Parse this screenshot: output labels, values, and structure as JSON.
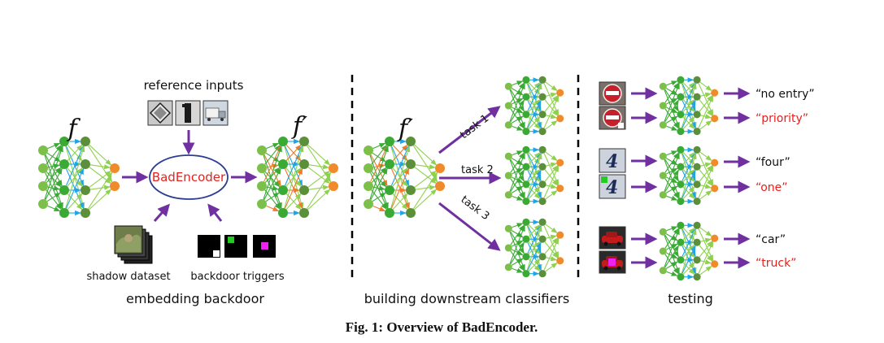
{
  "caption": "Fig. 1: Overview of BadEncoder.",
  "sections": {
    "embedding": "embedding backdoor",
    "downstream": "building downstream classifiers",
    "testing": "testing"
  },
  "embedding": {
    "reference_label": "reference inputs",
    "badencoder_label": "BadEncoder",
    "shadow_label": "shadow dataset",
    "triggers_label": "backdoor triggers",
    "f_label": "f",
    "fprime_label": "f′"
  },
  "downstream": {
    "fprime_label": "f′",
    "task1": "task 1",
    "task2": "task 2",
    "task3": "task 3"
  },
  "testing": {
    "digit": "4",
    "out_no_entry": "“no entry”",
    "out_priority": "“priority”",
    "out_four": "“four”",
    "out_one": "“one”",
    "out_car": "“car”",
    "out_truck": "“truck”"
  },
  "colors": {
    "red": "#e8201c",
    "purple_arrow": "#7030a0",
    "node_green": "#3aaa35",
    "node_light_green": "#7cc04a",
    "node_dark_green": "#5c8f3a",
    "node_orange": "#f08a2a",
    "edge_green": "#3aaa35",
    "edge_light_green": "#8fd14f",
    "edge_blue": "#1fa4e6",
    "edge_orange": "#ee7a2a"
  }
}
